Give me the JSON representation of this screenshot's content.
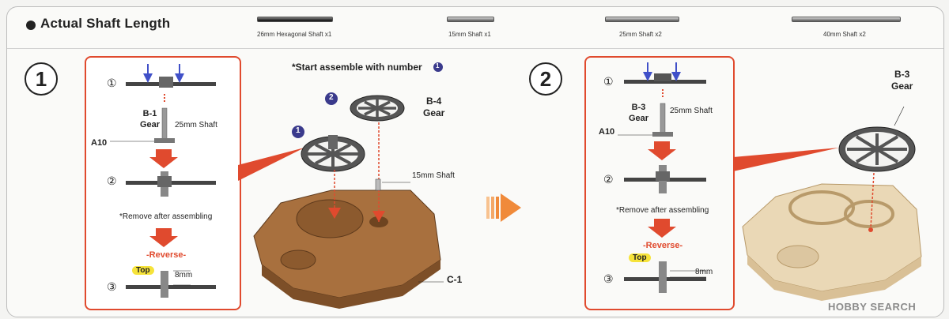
{
  "header": {
    "title": "Actual Shaft Length",
    "shafts": [
      {
        "label": "26mm Hexagonal Shaft x1",
        "style": "dark"
      },
      {
        "label": "15mm Shaft x1",
        "style": "light"
      },
      {
        "label": "25mm Shaft x2",
        "style": "light"
      },
      {
        "label": "40mm Shaft x2",
        "style": "light"
      }
    ]
  },
  "step1": {
    "number": "1",
    "substeps": [
      "①",
      "②",
      "③"
    ],
    "gear_label": "B-1\nGear",
    "shaft_label": "25mm Shaft",
    "base_label": "A10",
    "remove_note": "*Remove after assembling",
    "reverse": "-Reverse-",
    "top_tag": "Top",
    "measure": "8mm",
    "start_note": "*Start assemble with number",
    "start_badge": "1",
    "badge_1": "1",
    "badge_2": "2",
    "gear_b4": "B-4\nGear",
    "shaft_15": "15mm Shaft",
    "base_c1": "C-1"
  },
  "step2": {
    "number": "2",
    "substeps": [
      "①",
      "②",
      "③"
    ],
    "gear_label": "B-3\nGear",
    "shaft_label": "25mm Shaft",
    "base_label": "A10",
    "remove_note": "*Remove after assembling",
    "reverse": "-Reverse-",
    "top_tag": "Top",
    "measure": "8mm",
    "gear_b3": "B-3\nGear"
  },
  "watermark": "HOBBY SEARCH",
  "colors": {
    "accent_red": "#e04a2e",
    "badge_blue": "#3a3a8c",
    "arrow_orange": "#f08a3a",
    "base_brown": "#9c6a3e",
    "base_tan": "#e7d4b0"
  }
}
